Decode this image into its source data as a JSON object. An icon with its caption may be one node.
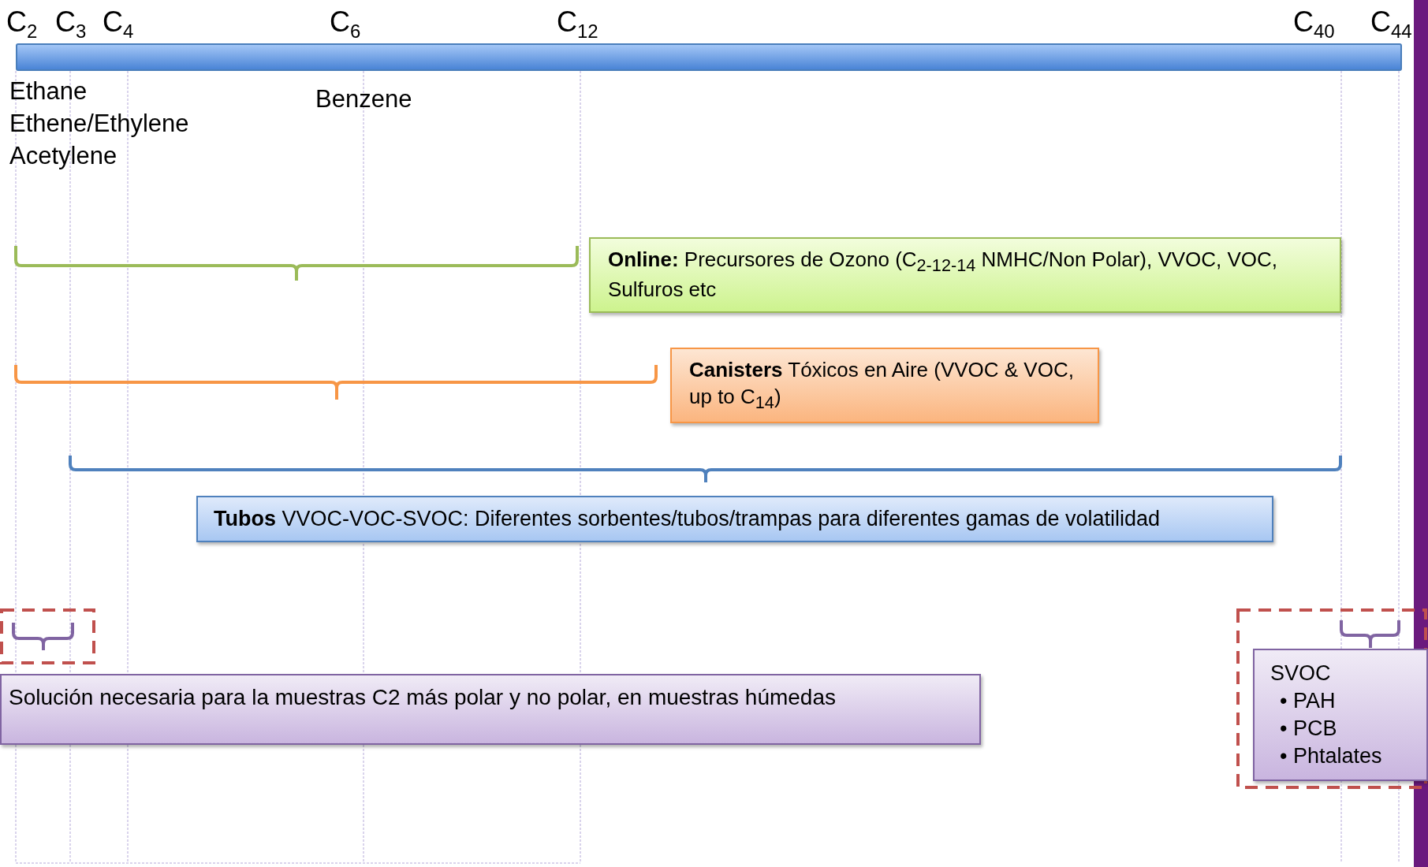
{
  "diagram": {
    "nodes": [
      {
        "text": [],
        "shape": "bar"
      },
      {
        "text": [
          "**Online:** Precursores de Ozono (C$_{2-12-14}$ NMHC/Non Polar), VVOC, VOC, Sulfuros etc"
        ]
      },
      {
        "text": [
          "**Canisters** Tóxicos en Aire (VVOC & VOC, up to C$_{14}$)"
        ]
      },
      {
        "text": [
          "**Tubos** VVOC-VOC-SVOC: Diferentes sorbentes/tubos/trampas para diferentes gamas de volatilidad"
        ]
      },
      {
        "text": [
          "Solución necesaria para la muestras C2 más polar y no polar, en muestras húmedas"
        ]
      },
      {
        "text": [
          "SVOC",
          "• PAH",
          "• PCB",
          "• Phtalates"
        ]
      }
    ],
    "labels": [
      "C$_{2}$",
      "C$_{3}$",
      "C$_{4}$",
      "C$_{6}$",
      "C$_{12}$",
      "C$_{40}$",
      "C$_{44}$",
      "Ethane",
      "Ethene/Ethylene",
      "Acetylene",
      "Benzene"
    ]
  }
}
